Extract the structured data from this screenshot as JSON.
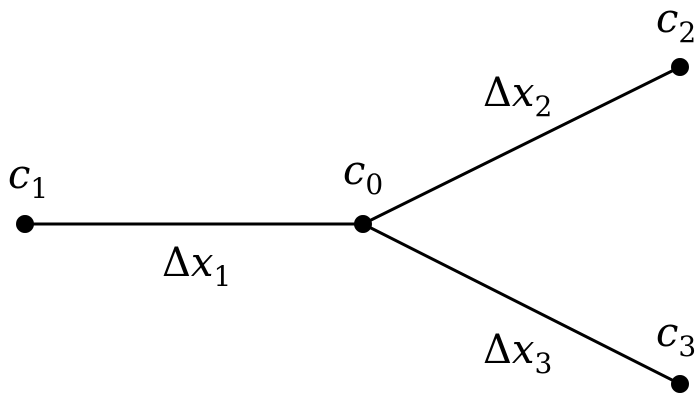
{
  "diagram": {
    "nodes": [
      {
        "id": "c1",
        "symbol": "c",
        "index": "1"
      },
      {
        "id": "c0",
        "symbol": "c",
        "index": "0"
      },
      {
        "id": "c2",
        "symbol": "c",
        "index": "2"
      },
      {
        "id": "c3",
        "symbol": "c",
        "index": "3"
      }
    ],
    "edges": [
      {
        "from": "c1",
        "to": "c0",
        "delta": "Δ",
        "symbol": "x",
        "index": "1"
      },
      {
        "from": "c0",
        "to": "c2",
        "delta": "Δ",
        "symbol": "x",
        "index": "2"
      },
      {
        "from": "c0",
        "to": "c3",
        "delta": "Δ",
        "symbol": "x",
        "index": "3"
      }
    ],
    "colors": {
      "line": "#000000",
      "node": "#000000",
      "background": "#ffffff"
    }
  }
}
